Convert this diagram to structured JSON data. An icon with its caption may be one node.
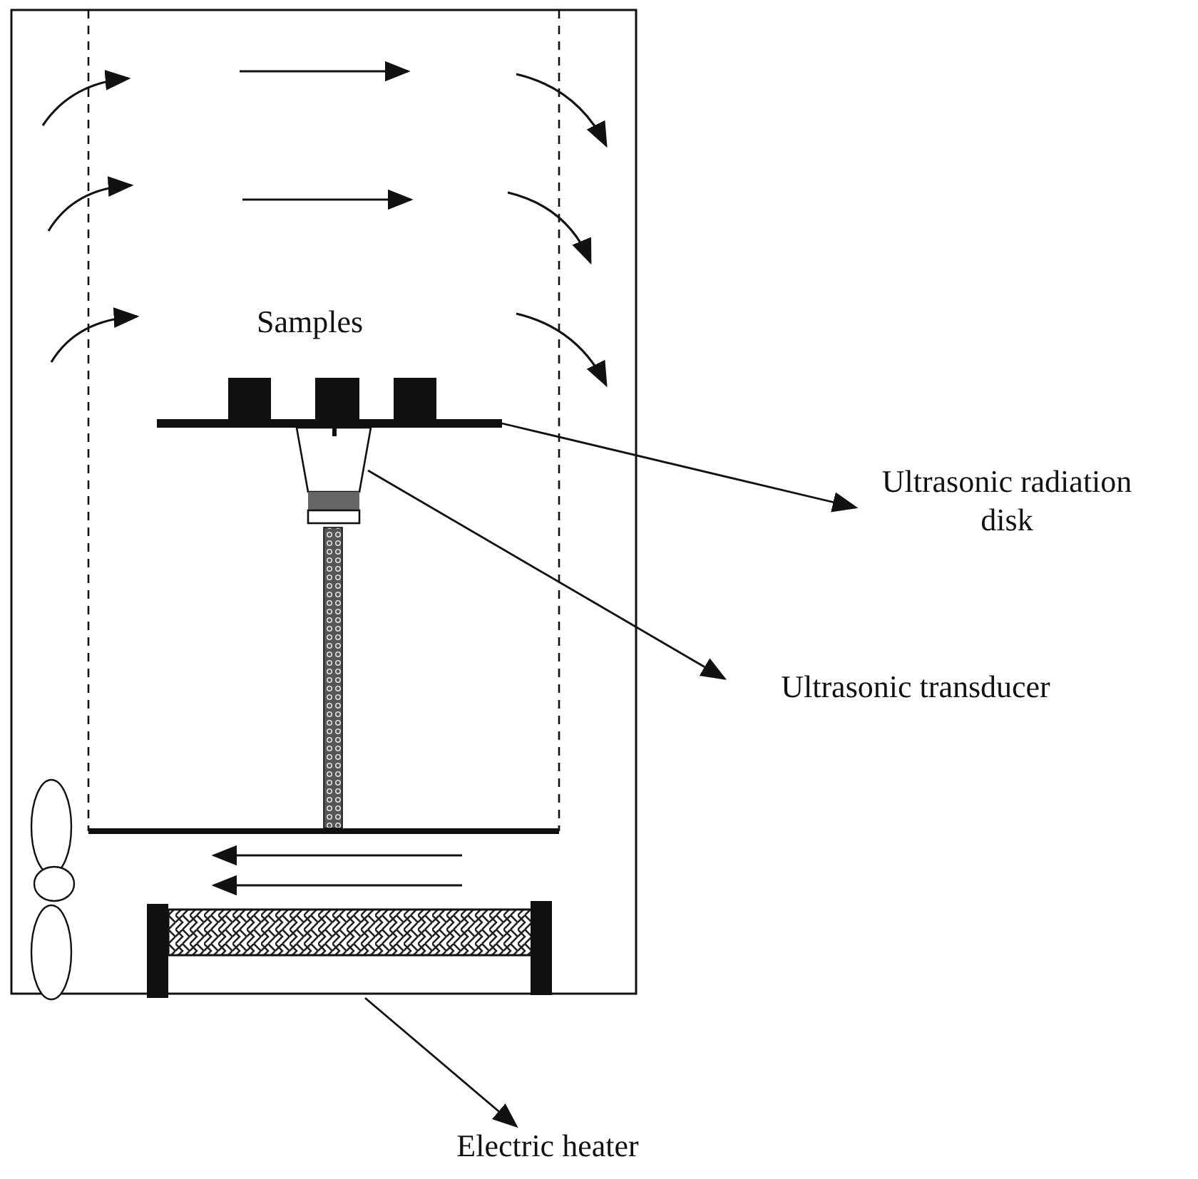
{
  "diagram": {
    "nodes": [
      {
        "text": [],
        "shape": "bar"
      },
      {
        "text": [],
        "shape": "picture"
      },
      {
        "text": [],
        "shape": "picture"
      },
      {
        "text": [
          "Ultrasonic radiation disk"
        ]
      },
      {
        "text": [
          "Ultrasonic transducer"
        ]
      },
      {
        "text": [
          "Electric heater"
        ]
      }
    ],
    "edges": [
      {
        "from": 0,
        "to": 3,
        "arrow": "to"
      },
      {
        "from": 1,
        "to": 4,
        "arrow": "to"
      },
      {
        "from": 2,
        "to": 5,
        "arrow": "to"
      }
    ],
    "labels": [
      "Samples"
    ]
  }
}
